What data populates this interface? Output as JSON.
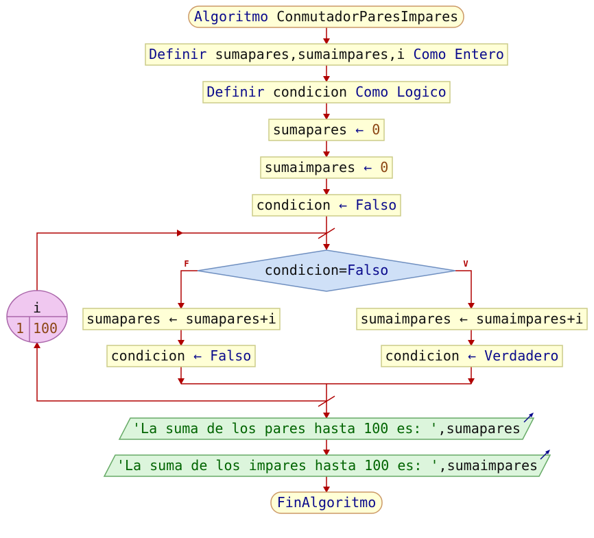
{
  "colors": {
    "line": "#b00000",
    "process_fill": "#ffffd6",
    "process_border": "#cccc88",
    "terminal_fill": "#ffffd6",
    "terminal_border": "#cc9966",
    "decision_fill": "#cfe0f7",
    "decision_border": "#6f8fc0",
    "io_fill": "#dcf5dc",
    "io_border": "#66aa66",
    "loop_fill": "#f0c8f0",
    "loop_border": "#aa66aa",
    "keyword": "#0a0a8c",
    "number": "#8b4513",
    "string": "#006400"
  },
  "nodes": {
    "start": {
      "kw": "Algoritmo",
      "name": "ConmutadorParesImpares"
    },
    "def1": {
      "kw1": "Definir",
      "vars": "sumapares,sumaimpares,i",
      "kw2": "Como",
      "type": "Entero"
    },
    "def2": {
      "kw1": "Definir",
      "vars": "condicion",
      "kw2": "Como",
      "type": "Logico"
    },
    "assign1": {
      "var": "sumapares",
      "op": "←",
      "val": "0"
    },
    "assign2": {
      "var": "sumaimpares",
      "op": "←",
      "val": "0"
    },
    "assign3": {
      "var": "condicion",
      "op": "←",
      "val": "Falso"
    },
    "decision": {
      "var": "condicion",
      "op": "=",
      "val": "Falso",
      "false_label": "F",
      "true_label": "V"
    },
    "left1": {
      "text": "sumapares ← sumapares+i"
    },
    "left2": {
      "var": "condicion",
      "op": "←",
      "val": "Falso"
    },
    "right1": {
      "text": "sumaimpares ← sumaimpares+i"
    },
    "right2": {
      "var": "condicion",
      "op": "←",
      "val": "Verdadero"
    },
    "loop": {
      "var": "i",
      "from": "1",
      "to": "100"
    },
    "out1": {
      "str": "'La suma de los pares hasta 100 es: '",
      "rest": ",sumapares"
    },
    "out2": {
      "str": "'La suma de los impares hasta 100 es: '",
      "rest": ",sumaimpares"
    },
    "end": {
      "kw": "FinAlgoritmo"
    }
  }
}
